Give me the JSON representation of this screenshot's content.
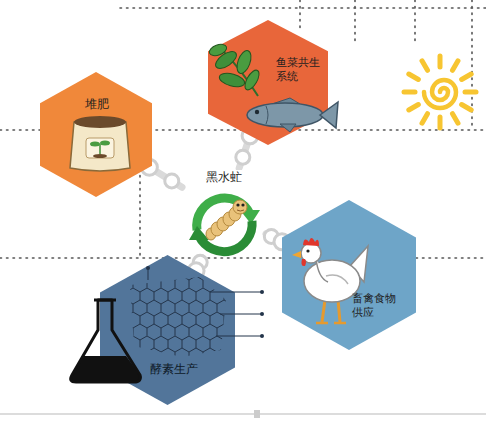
{
  "diagram": {
    "nodes": [
      {
        "text": [
          "鱼菜共生系统"
        ]
      },
      {
        "text": [
          "堆肥"
        ]
      },
      {
        "text": [
          "黑水虻"
        ]
      },
      {
        "text": [
          "畜禽食物供应"
        ]
      },
      {
        "text": [
          "酵素生产"
        ]
      }
    ],
    "edges": [
      {
        "from": 2,
        "to": 0,
        "arrow": "none"
      },
      {
        "from": 2,
        "to": 1,
        "arrow": "none"
      },
      {
        "from": 2,
        "to": 3,
        "arrow": "none"
      },
      {
        "from": 2,
        "to": 4,
        "arrow": "none"
      }
    ]
  }
}
